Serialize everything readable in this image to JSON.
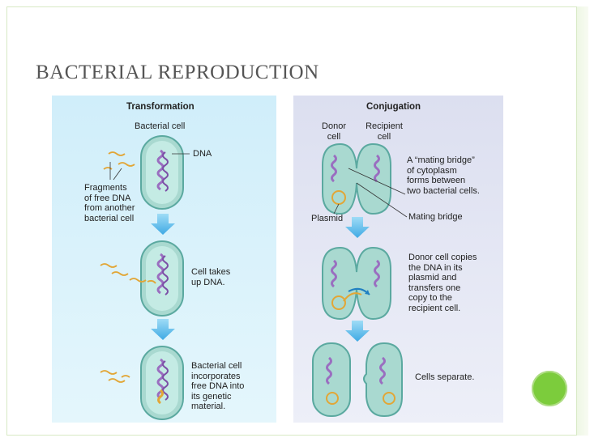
{
  "slide": {
    "title": "BACTERIAL REPRODUCTION",
    "accent_color": "#7ccc3c"
  },
  "transformation": {
    "heading": "Transformation",
    "bacterial_cell": "Bacterial cell",
    "dna": "DNA",
    "fragments": [
      "Fragments",
      "of free DNA",
      "from another",
      "bacterial cell"
    ],
    "step2": [
      "Cell takes",
      "up DNA."
    ],
    "step3": [
      "Bacterial cell",
      "incorporates",
      "free DNA into",
      "its genetic",
      "material."
    ]
  },
  "conjugation": {
    "heading": "Conjugation",
    "donor": [
      "Donor",
      "cell"
    ],
    "recipient": [
      "Recipient",
      "cell"
    ],
    "mating_note": [
      "A “mating bridge”",
      "of cytoplasm",
      "forms between",
      "two bacterial cells."
    ],
    "plasmid": "Plasmid",
    "mating_bridge": "Mating bridge",
    "step2": [
      "Donor cell copies",
      "the DNA in its",
      "plasmid and",
      "transfers one",
      "copy to the",
      "recipient cell."
    ],
    "step3": "Cells separate."
  },
  "colors": {
    "cell_fill": "#a9d9d0",
    "cell_border": "#5ba9a0",
    "cell_inner": "#c4ebe4",
    "dna": "#9a6ec0",
    "free_dna": "#e2a636",
    "arrow": "#6ec1ee",
    "left_panel": "#d6f0fb",
    "right_panel": "#e2e5f3"
  }
}
